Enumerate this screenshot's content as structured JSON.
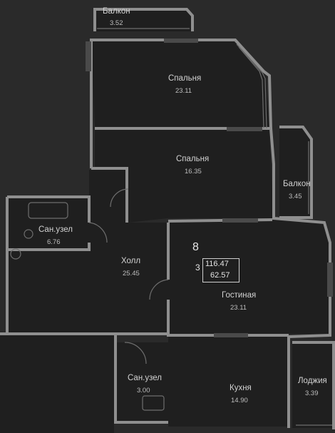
{
  "apartment": {
    "number": "8",
    "rooms": "3",
    "total_area": "116.47",
    "living_area": "62.57"
  },
  "rooms": [
    {
      "id": "balcony-top",
      "name": "Балкон",
      "area": "3.52"
    },
    {
      "id": "bedroom-1",
      "name": "Спальня",
      "area": "23.11"
    },
    {
      "id": "bedroom-2",
      "name": "Спальня",
      "area": "16.35"
    },
    {
      "id": "balcony-right",
      "name": "Балкон",
      "area": "3.45"
    },
    {
      "id": "bathroom-1",
      "name": "Сан.узел",
      "area": "6.76"
    },
    {
      "id": "hall",
      "name": "Холл",
      "area": "25.45"
    },
    {
      "id": "living-room",
      "name": "Гостиная",
      "area": "23.11"
    },
    {
      "id": "bathroom-2",
      "name": "Сан.узел",
      "area": "3.00"
    },
    {
      "id": "kitchen",
      "name": "Кухня",
      "area": "14.90"
    },
    {
      "id": "loggia",
      "name": "Лоджия",
      "area": "3.39"
    }
  ],
  "colors": {
    "background": "#2a2a2a",
    "room_fill": "#1f1f1f",
    "wall": "#8f8f8f",
    "window": "#6e6e6e",
    "text": "#d2d2d2"
  }
}
